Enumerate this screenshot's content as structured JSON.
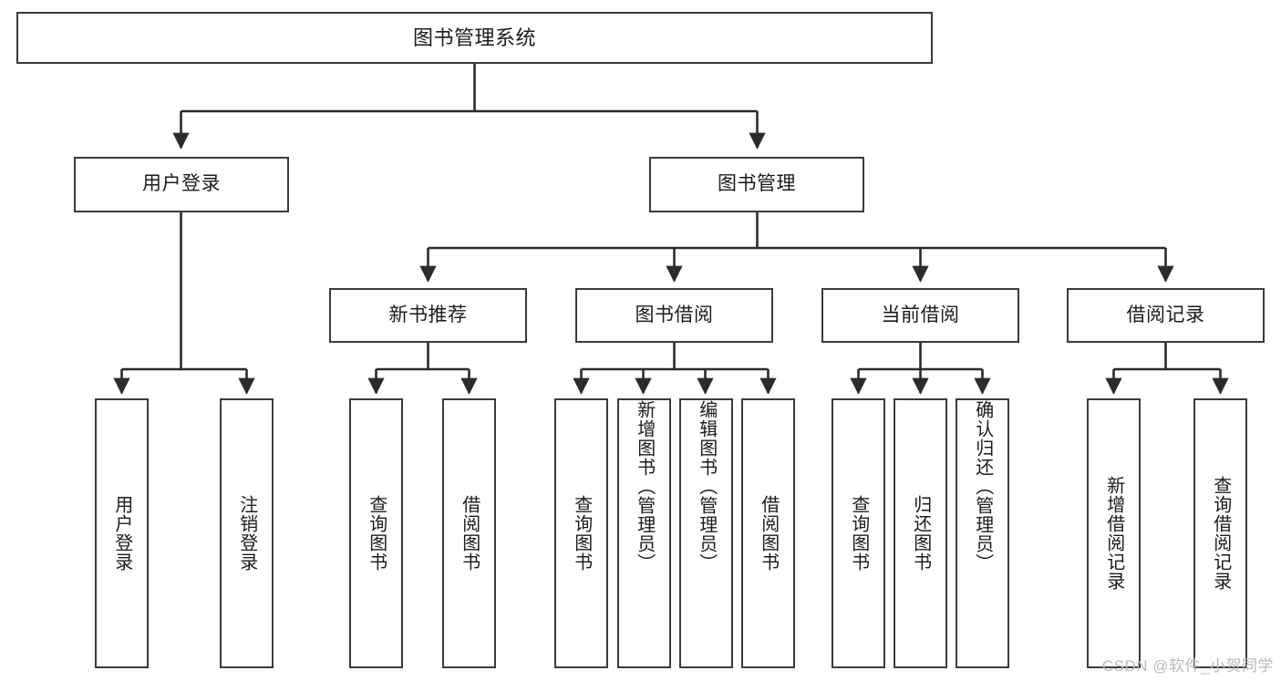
{
  "diagram": {
    "title": "图书管理系统",
    "type": "tree",
    "colors": {
      "box_border": "#3b3b3b",
      "box_fill": "#ffffff",
      "connector": "#2b2b2b",
      "text": "#1b1b1b",
      "watermark": "#b9b9b9"
    },
    "root": {
      "label": "图书管理系统"
    },
    "level2": [
      {
        "label": "用户登录"
      },
      {
        "label": "图书管理"
      }
    ],
    "level3": [
      {
        "label": "新书推荐"
      },
      {
        "label": "图书借阅"
      },
      {
        "label": "当前借阅"
      },
      {
        "label": "借阅记录"
      }
    ],
    "leaves": {
      "user_login": [
        {
          "label": "用户登录"
        },
        {
          "label": "注销登录"
        }
      ],
      "new_book": [
        {
          "label": "查询图书"
        },
        {
          "label": "借阅图书"
        }
      ],
      "book_borrow": [
        {
          "label": "查询图书"
        },
        {
          "label": "新增图书（管理员）"
        },
        {
          "label": "编辑图书（管理员）"
        },
        {
          "label": "借阅图书"
        }
      ],
      "current_borrow": [
        {
          "label": "查询图书"
        },
        {
          "label": "归还图书"
        },
        {
          "label": "确认归还（管理员）"
        }
      ],
      "borrow_record": [
        {
          "label": "新增借阅记录"
        },
        {
          "label": "查询借阅记录"
        }
      ]
    }
  },
  "watermark": {
    "text": "CSDN @软件_小贺同学"
  }
}
